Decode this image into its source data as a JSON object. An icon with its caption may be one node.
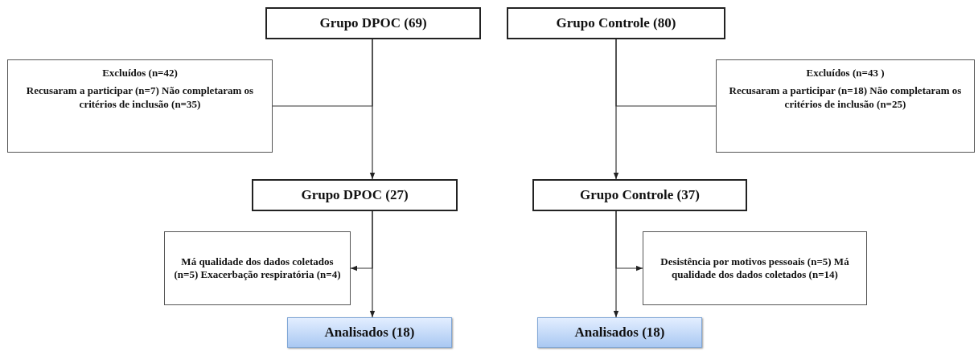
{
  "diagram": {
    "nodes": [
      {
        "text": [
          "Grupo DPOC (69)"
        ]
      },
      {
        "text": [
          "Grupo Controle (80)"
        ]
      },
      {
        "text": [
          "Excluídos (n=42)",
          "Recusaram a participar (n=7) Não completaram os critérios de inclusão (n=35)"
        ]
      },
      {
        "text": [
          "Excluídos (n=43 )",
          "Recusaram a participar (n=18) Não completaram os critérios de inclusão (n=25)"
        ]
      },
      {
        "text": [
          "Grupo DPOC (27)"
        ]
      },
      {
        "text": [
          "Grupo Controle (37)"
        ]
      },
      {
        "text": [
          "Má qualidade dos dados coletados (n=5) Exacerbação respiratória (n=4)"
        ]
      },
      {
        "text": [
          "Desistência por motivos pessoais (n=5) Má qualidade dos dados coletados (n=14)"
        ]
      },
      {
        "text": [
          "Analisados (18)"
        ]
      },
      {
        "text": [
          "Analisados (18)"
        ]
      }
    ],
    "edges": [
      {
        "from": 0,
        "to": 4,
        "arrow": "to"
      },
      {
        "from": 0,
        "to": 2,
        "arrow": "none"
      },
      {
        "from": 1,
        "to": 5,
        "arrow": "to"
      },
      {
        "from": 1,
        "to": 3,
        "arrow": "none"
      },
      {
        "from": 4,
        "to": 8,
        "arrow": "to"
      },
      {
        "from": 4,
        "to": 6,
        "arrow": "to"
      },
      {
        "from": 5,
        "to": 9,
        "arrow": "to"
      },
      {
        "from": 5,
        "to": 7,
        "arrow": "to"
      }
    ]
  }
}
